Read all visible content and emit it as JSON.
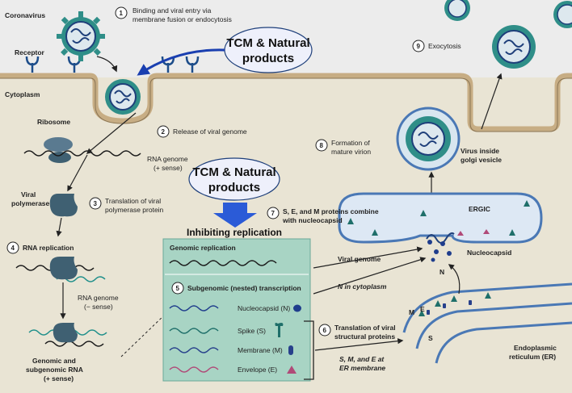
{
  "labels": {
    "coronavirus": "Coronavirus",
    "receptor": "Receptor",
    "cytoplasm": "Cytoplasm",
    "ribosome": "Ribosome",
    "viral_polymerase_1": "Viral",
    "viral_polymerase_2": "polymerase",
    "rna_genome_plus_1": "RNA genome",
    "rna_genome_plus_2": "(+ sense)",
    "rna_genome_minus_1": "RNA genome",
    "rna_genome_minus_2": "(− sense)",
    "genomic_sub_1": "Genomic and",
    "genomic_sub_2": "subgenomic RNA",
    "genomic_sub_3": "(+ sense)",
    "ergic": "ERGIC",
    "nucleocapsid": "Nucleocapsid",
    "n_letter": "N",
    "m_letter": "M",
    "e_letter": "E",
    "s_letter": "S",
    "er_1": "Endoplasmic",
    "er_2": "reticulum (ER)",
    "virus_golgi_1": "Virus inside",
    "virus_golgi_2": "golgi vesicle",
    "viral_genome": "Viral genome",
    "n_in_cytoplasm": "N in cytoplasm",
    "sme_er_1": "S, M, and E at",
    "sme_er_2": "ER membrane"
  },
  "steps": {
    "s1": {
      "num": "1",
      "line1": "Binding and viral entry via",
      "line2": "membrane fusion or endocytosis"
    },
    "s2": {
      "num": "2",
      "line1": "Release of viral genome"
    },
    "s3": {
      "num": "3",
      "line1": "Translation of viral",
      "line2": "polymerase protein"
    },
    "s4": {
      "num": "4",
      "line1": "RNA replication"
    },
    "s5": {
      "num": "5",
      "line1": "Subgenomic (nested) transcription"
    },
    "s6": {
      "num": "6",
      "line1": "Translation of viral",
      "line2": "structural proteins"
    },
    "s7": {
      "num": "7",
      "line1": "S, E, and M proteins combine",
      "line2": "with nucleocapsid"
    },
    "s8": {
      "num": "8",
      "line1": "Formation of",
      "line2": "mature virion"
    },
    "s9": {
      "num": "9",
      "line1": "Exocytosis"
    }
  },
  "tcm_box": {
    "line1": "TCM & Natural",
    "line2": "products"
  },
  "tcm_ellipse": {
    "line1": "TCM & Natural",
    "line2": "products"
  },
  "inhibiting": "Inhibiting replication",
  "panel": {
    "genomic_replication": "Genomic replication",
    "rows": [
      {
        "label": "Nucleocapsid (N)",
        "color": "#1f3d8c"
      },
      {
        "label": "Spike (S)",
        "color": "#1f6f6a"
      },
      {
        "label": "Membrane (M)",
        "color": "#27408b"
      },
      {
        "label": "Envelope (E)",
        "color": "#b04a78"
      }
    ]
  },
  "colors": {
    "background": "#e9e4d4",
    "cell_top": "#ececec",
    "membrane": "#c8b088",
    "virus_teal": "#2f8e88",
    "panel_fill": "#a8d4c4",
    "arrow_blue": "#2b5bd7",
    "tcm_fill": "#eef0fb"
  }
}
